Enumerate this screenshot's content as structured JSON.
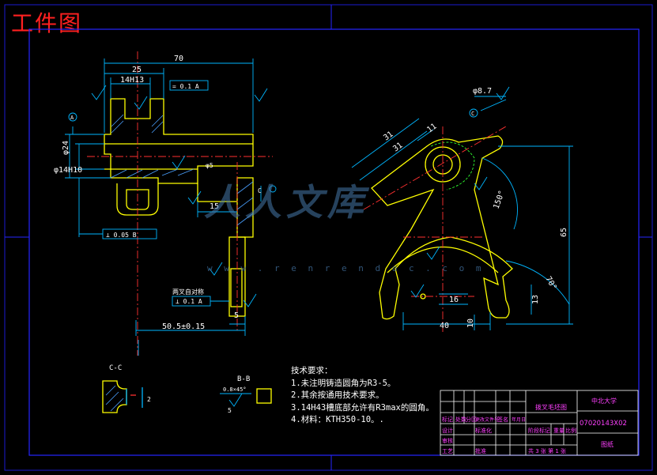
{
  "title": "工件图",
  "watermark": {
    "brand": "人人文库",
    "url": "w w w . r e n r e n d o c . c o m"
  },
  "dimensions": {
    "d70": "70",
    "d25": "25",
    "d14h13": "14H13",
    "d_phi24": "φ24",
    "d_phi14h10": "φ14H10",
    "d15": "15",
    "d5": "5",
    "d50_5": "50.5±0.15",
    "d_phi8_7": "φ8.7",
    "d31a": "31",
    "d31b": "31",
    "d11": "11",
    "d150": "150°",
    "d65": "65",
    "d40": "40",
    "d16": "16",
    "d70deg": "70°",
    "d10": "10",
    "d13": "13",
    "d2": "2",
    "d5r": "5",
    "phi_small": "φ5"
  },
  "tolerance_frames": {
    "top": "= 0.1 A",
    "left": "⊥ 0.05 B",
    "right": "⊥ 0.1 A",
    "bb": "0.8×45°",
    "c_label": "C",
    "label_main": "两叉自对称"
  },
  "datums": {
    "a": "A",
    "c": "C"
  },
  "sections": {
    "cc": "C-C",
    "bb": "B-B"
  },
  "notes": {
    "heading": "技术要求：",
    "items": [
      "1.未注明铸造圆角为R3-5。",
      "2.其余按通用技术要求。",
      "3.14H43槽底部允许有R3max的圆角。",
      "4.材料：KTH350-10。."
    ]
  },
  "title_block": {
    "part_name": "拨叉毛坯图",
    "school": "中北大学",
    "drawing_no": "07020143X02",
    "scale_label": "签名",
    "row_labels": [
      "标记",
      "处数",
      "分区",
      "更改文件号",
      "签名",
      "年月日"
    ],
    "row2": [
      "设计",
      "",
      "标准化"
    ],
    "row3": [
      "审核"
    ],
    "row4": [
      "工艺",
      "",
      "批准"
    ],
    "stage_labels": [
      "阶段标记",
      "重量",
      "比例"
    ],
    "sheet": "共 3 张  第 1 张",
    "bottom_right": "图纸"
  },
  "colors": {
    "background": "#000000",
    "border": "#2626ff",
    "outline": "#ffff00",
    "dimension": "#00b6ff",
    "center": "#ff3030",
    "hatch": "#4aa0ff",
    "text": "#ffffff",
    "magenta": "#ff40ff",
    "green": "#30ff30"
  }
}
